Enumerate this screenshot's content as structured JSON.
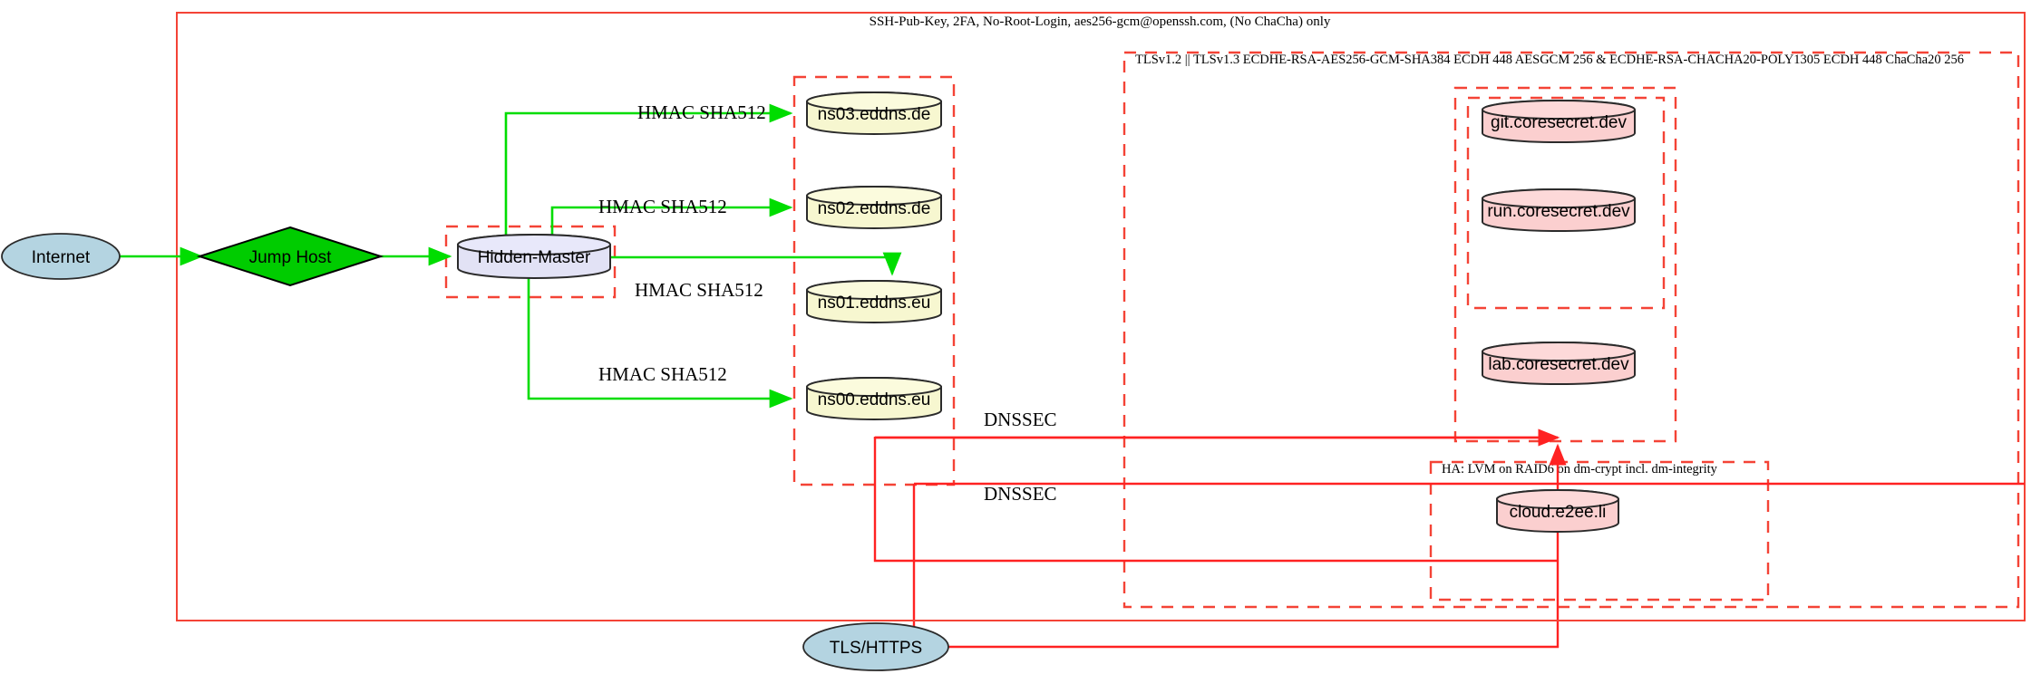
{
  "diagram": {
    "title_top": "SSH-Pub-Key, 2FA, No-Root-Login, aes256-gcm@openssh.com, (No ChaCha) only",
    "clusters": [
      {
        "id": "ssh-boundary",
        "label": "SSH-Pub-Key, 2FA, No-Root-Login, aes256-gcm@openssh.com, (No ChaCha) only",
        "style": "solid-red"
      },
      {
        "id": "tls-boundary",
        "label": "TLSv1.2 || TLSv1.3 ECDHE-RSA-AES256-GCM-SHA384 ECDH 448 AESGCM 256 & ECDHE-RSA-CHACHA20-POLY1305 ECDH 448 ChaCha20 256",
        "style": "dashed-red"
      },
      {
        "id": "ha-boundary",
        "label": "HA: LVM on RAID6 on dm-crypt incl. dm-integrity",
        "style": "dashed-red"
      },
      {
        "id": "dns-boundary",
        "label": "",
        "style": "dashed-red"
      },
      {
        "id": "hidden-master-boundary",
        "label": "",
        "style": "dashed-red"
      },
      {
        "id": "coresecret-outer-boundary",
        "label": "",
        "style": "dashed-red"
      },
      {
        "id": "coresecret-inner-boundary",
        "label": "",
        "style": "dashed-red"
      }
    ],
    "nodes": [
      {
        "id": "internet",
        "label": "Internet",
        "shape": "ellipse",
        "fill": "#b4d4e1"
      },
      {
        "id": "jumphost",
        "label": "Jump Host",
        "shape": "diamond",
        "fill": "#00cc00"
      },
      {
        "id": "hidden-master",
        "label": "Hidden-Master",
        "shape": "cylinder",
        "fill": "#e2e2f5"
      },
      {
        "id": "ns03",
        "label": "ns03.eddns.de",
        "shape": "cylinder",
        "fill": "#f7f7d0"
      },
      {
        "id": "ns02",
        "label": "ns02.eddns.de",
        "shape": "cylinder",
        "fill": "#f7f7d0"
      },
      {
        "id": "ns01",
        "label": "ns01.eddns.eu",
        "shape": "cylinder",
        "fill": "#f7f7d0"
      },
      {
        "id": "ns00",
        "label": "ns00.eddns.eu",
        "shape": "cylinder",
        "fill": "#f7f7d0"
      },
      {
        "id": "git",
        "label": "git.coresecret.dev",
        "shape": "cylinder",
        "fill": "#fbcfcf"
      },
      {
        "id": "run",
        "label": "run.coresecret.dev",
        "shape": "cylinder",
        "fill": "#fbcfcf"
      },
      {
        "id": "lab",
        "label": "lab.coresecret.dev",
        "shape": "cylinder",
        "fill": "#fbcfcf"
      },
      {
        "id": "cloud",
        "label": "cloud.e2ee.li",
        "shape": "cylinder",
        "fill": "#fbcfcf"
      },
      {
        "id": "tlshttps",
        "label": "TLS/HTTPS",
        "shape": "ellipse",
        "fill": "#b4d4e1"
      }
    ],
    "edges": [
      {
        "id": "e-internet-jumphost",
        "from": "internet",
        "to": "jumphost",
        "label": "",
        "color": "#00dd00"
      },
      {
        "id": "e-jumphost-master",
        "from": "jumphost",
        "to": "hidden-master",
        "label": "",
        "color": "#00dd00"
      },
      {
        "id": "e-master-ns03",
        "from": "hidden-master",
        "to": "ns03",
        "label": "HMAC SHA512",
        "color": "#00dd00"
      },
      {
        "id": "e-master-ns02",
        "from": "hidden-master",
        "to": "ns02",
        "label": "HMAC SHA512",
        "color": "#00dd00"
      },
      {
        "id": "e-master-ns01",
        "from": "hidden-master",
        "to": "ns01",
        "label": "HMAC SHA512",
        "color": "#00dd00"
      },
      {
        "id": "e-master-ns00",
        "from": "hidden-master",
        "to": "ns00",
        "label": "HMAC SHA512",
        "color": "#00dd00"
      },
      {
        "id": "e-dnssec-upper",
        "from": "ns-zone",
        "to": "coresecret",
        "label": "DNSSEC",
        "color": "#ff2222"
      },
      {
        "id": "e-dnssec-lower",
        "from": "ns-zone",
        "to": "cloud",
        "label": "DNSSEC",
        "color": "#ff2222"
      },
      {
        "id": "e-tls-services",
        "from": "tlshttps",
        "to": "coresecret",
        "label": "",
        "color": "#ff2222"
      }
    ],
    "edge_labels": {
      "hmac": "HMAC SHA512",
      "dnssec": "DNSSEC"
    },
    "colors": {
      "green_edge": "#00dd00",
      "red_edge": "#ff2222",
      "red_boundary": "#f44336",
      "dns_fill": "#f7f7d0",
      "service_fill": "#fbcfcf",
      "master_fill": "#e2e2f5",
      "net_fill": "#b4d4e1",
      "jump_fill": "#00cc00",
      "stroke": "#2b2b2b"
    }
  }
}
